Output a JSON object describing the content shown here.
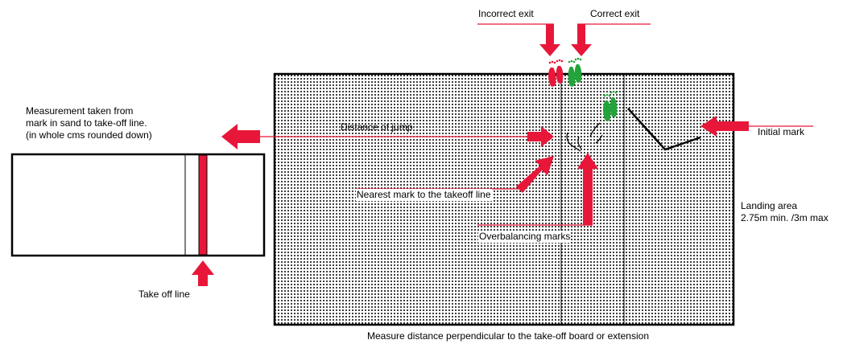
{
  "labels": {
    "incorrect_exit": "Incorrect exit",
    "correct_exit": "Correct exit",
    "measurement_line1": "Measurement taken from",
    "measurement_line2": "mark in sand to take-off line.",
    "measurement_line3": "(in whole cms rounded down)",
    "distance_of_jump": "Distance of jump",
    "initial_mark": "Initial mark",
    "nearest_mark": "Nearest mark to the takeoff line",
    "landing_area_line1": "Landing area",
    "landing_area_line2": "2.75m min. /3m max",
    "overbalancing_marks": "Overbalancing marks",
    "take_off_line": "Take off line",
    "footer_note": "Measure distance perpendicular to the take-off board or extension"
  },
  "colors": {
    "accent_red": "#e8173a",
    "footprint_red": "#e8173a",
    "footprint_green": "#22a43a",
    "outline": "#000000",
    "sand_dot": "#000000"
  },
  "icons": {
    "incorrect_footprints": "red-footprints-icon",
    "correct_footprints": "green-footprints-icon",
    "landing_footprint": "green-footprint-icon"
  }
}
